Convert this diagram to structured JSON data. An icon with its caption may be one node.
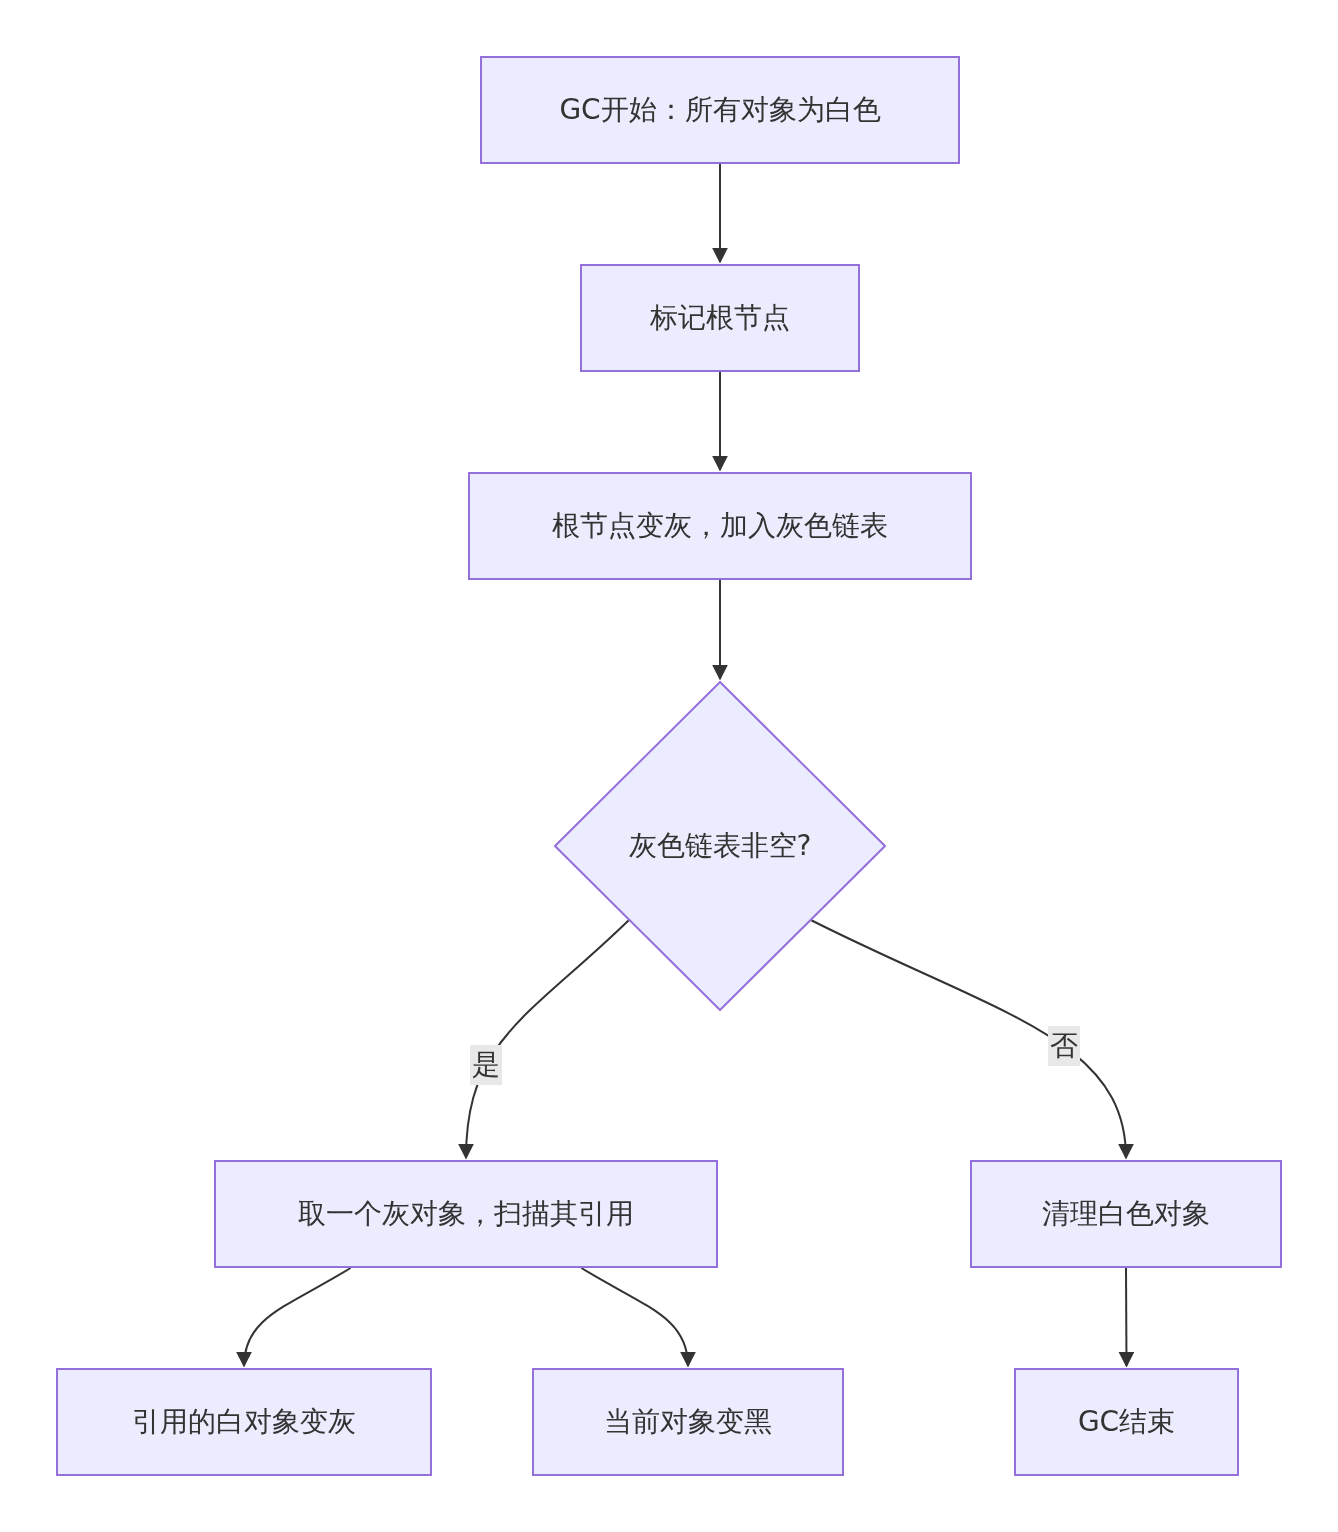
{
  "diagram": {
    "nodes": [
      {
        "text": [
          "GC开始：所有对象为白色"
        ]
      },
      {
        "text": [
          "标记根节点"
        ]
      },
      {
        "text": [
          "根节点变灰，加入灰色链表"
        ]
      },
      {
        "text": [
          "灰色链表非空?"
        ]
      },
      {
        "text": [
          "取一个灰对象，扫描其引用"
        ]
      },
      {
        "text": [
          "清理白色对象"
        ]
      },
      {
        "text": [
          "引用的白对象变灰"
        ]
      },
      {
        "text": [
          "当前对象变黑"
        ]
      },
      {
        "text": [
          "GC结束"
        ]
      }
    ],
    "edges": [
      {
        "from": 0,
        "to": 1,
        "arrow": "to"
      },
      {
        "from": 1,
        "to": 2,
        "arrow": "to"
      },
      {
        "from": 2,
        "to": 3,
        "arrow": "to"
      },
      {
        "from": 3,
        "to": 4,
        "arrow": "to",
        "label": "是"
      },
      {
        "from": 3,
        "to": 5,
        "arrow": "to",
        "label": "否"
      },
      {
        "from": 4,
        "to": 6,
        "arrow": "to"
      },
      {
        "from": 4,
        "to": 7,
        "arrow": "to"
      },
      {
        "from": 5,
        "to": 8,
        "arrow": "to"
      }
    ]
  }
}
